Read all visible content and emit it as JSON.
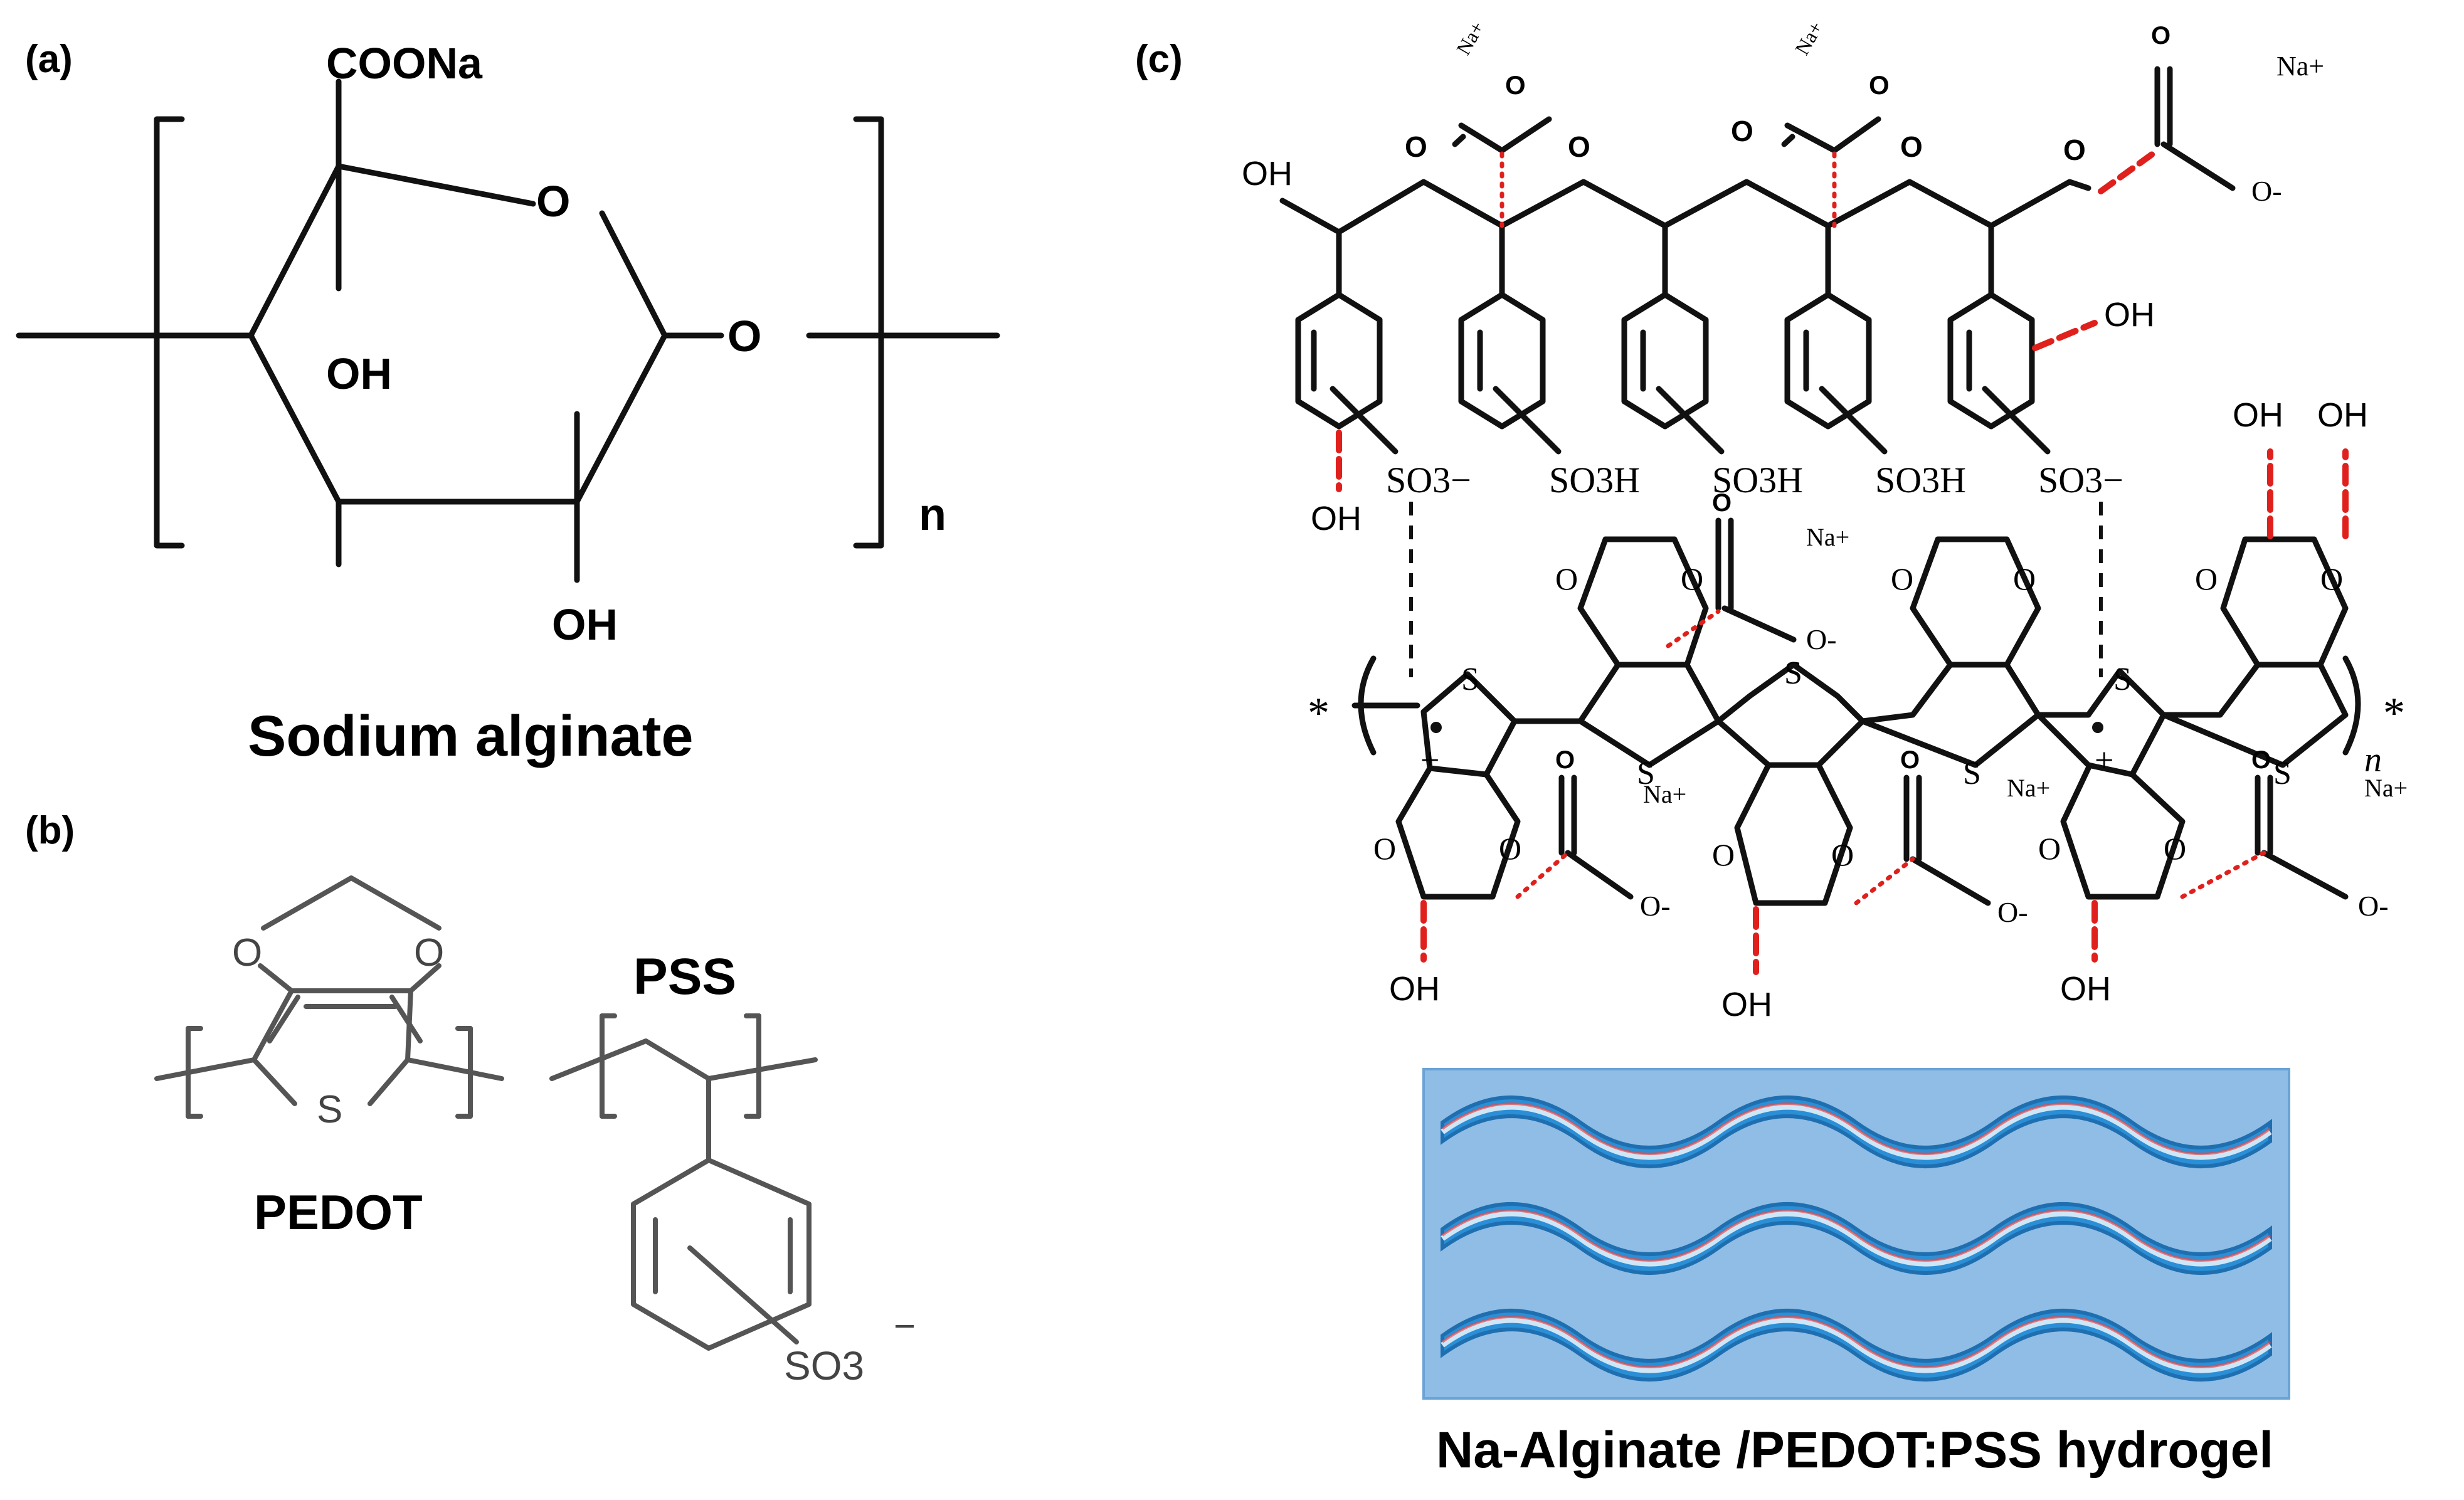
{
  "panels": {
    "a": {
      "label": "(a)",
      "title": "Sodium alginate",
      "groups": {
        "coona": "COONa",
        "ring_o": "O",
        "link_o": "O",
        "oh1": "OH",
        "oh2": "OH",
        "n": "n"
      }
    },
    "b": {
      "label": "(b)",
      "pedot_label": "PEDOT",
      "pss_label": "PSS",
      "atoms": {
        "o1": "O",
        "o2": "O",
        "s": "S",
        "so3": "SO3",
        "so3_charge": "−"
      }
    },
    "c": {
      "label": "(c)",
      "hydrogel_caption": "Na-Alginate /PEDOT:PSS hydrogel",
      "labels": {
        "oh": "OH",
        "o": "O",
        "o_minus": "O-",
        "na_plus": "Na+",
        "so3_minus": "SO3−",
        "so3h": "SO3H",
        "s": "S",
        "star": "*",
        "n": "n",
        "plus": "+"
      }
    }
  },
  "colors": {
    "ink": "#111111",
    "gray_ink": "#555555",
    "red_bond": "#e0201c",
    "hydrogel_bg": "#8fbde6",
    "ribbon": "#2a8fd6"
  }
}
